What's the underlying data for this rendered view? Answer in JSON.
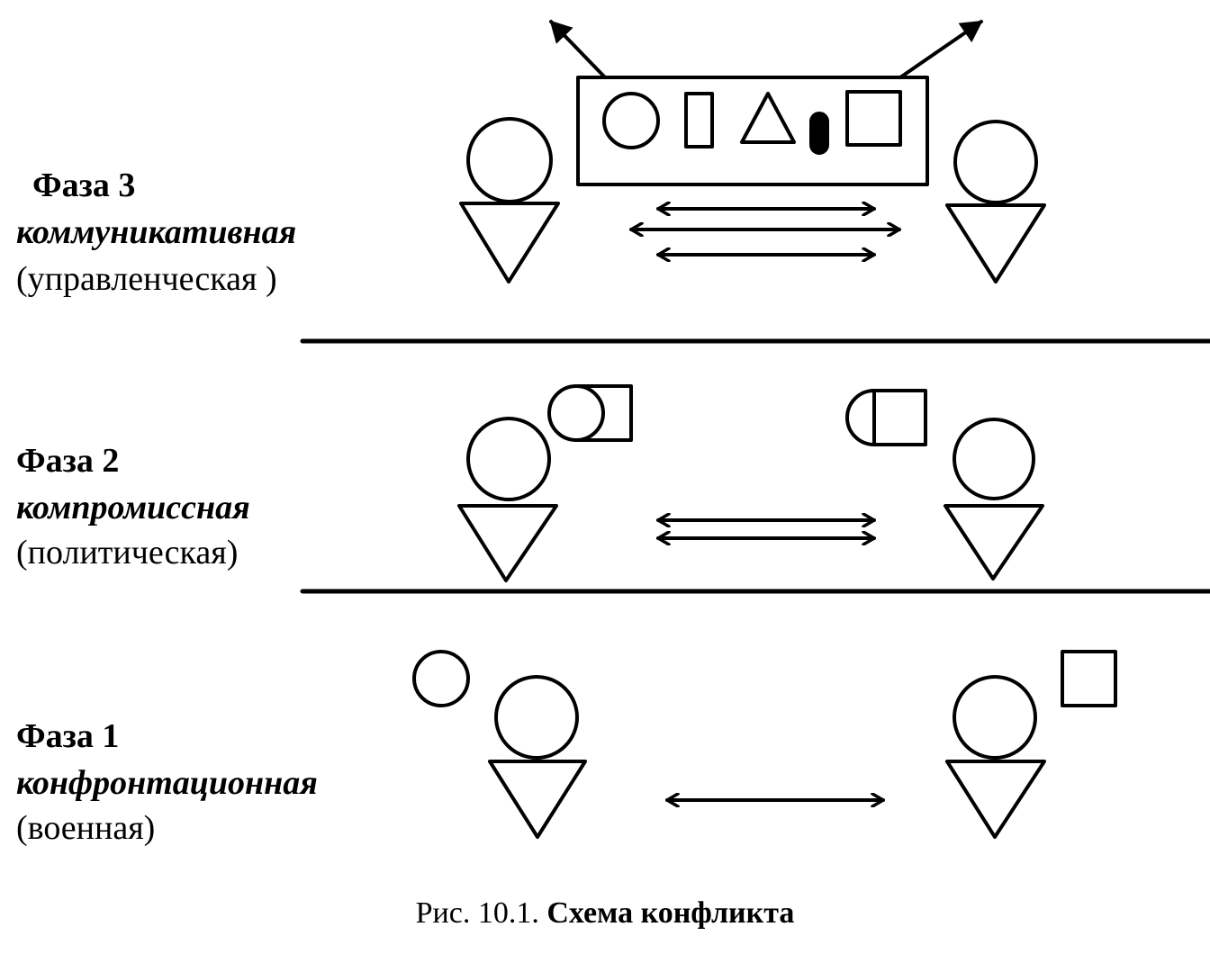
{
  "phases": [
    {
      "title": "Фаза 3",
      "kind": "коммуникативная",
      "paren": "(управленческая )"
    },
    {
      "title": "Фаза 2",
      "kind": "компромиссная",
      "paren": "(политическая)"
    },
    {
      "title": "Фаза 1",
      "kind": "конфронтационная",
      "paren": "(военная)"
    }
  ],
  "caption": {
    "prefix": "Рис. 10.1.",
    "text": "Схема конфликта"
  },
  "colors": {
    "ink": "#000000",
    "paper": "#ffffff"
  }
}
